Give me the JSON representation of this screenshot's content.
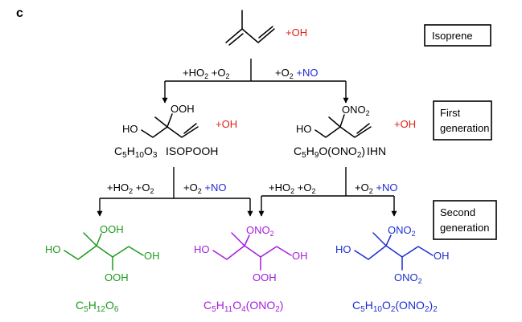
{
  "panel_label": "c",
  "colors": {
    "black": "#000000",
    "oh_red": "#e0201b",
    "no_blue": "#1f2ad8",
    "green": "#1e9a1e",
    "purple": "#a31de0",
    "blue": "#1c2fd0"
  },
  "reagents": {
    "oh": "+OH",
    "ho2_o2": [
      "+HO",
      "2",
      " +O",
      "2"
    ],
    "o2_no": [
      "+O",
      "2",
      " ",
      "+NO"
    ]
  },
  "generation_boxes": {
    "isoprene": "Isoprene",
    "first": [
      "First",
      "generation"
    ],
    "second": [
      "Second",
      "generation"
    ]
  },
  "molecules": {
    "isopooh": {
      "groups": {
        "ooh": "OOH",
        "ho": "HO"
      },
      "formula": [
        "C",
        "5",
        "H",
        "10",
        "O",
        "3"
      ],
      "name": "ISOPOOH"
    },
    "ihn": {
      "groups": {
        "ono2": [
          "ONO",
          "2"
        ],
        "ho": "HO"
      },
      "formula": [
        "C",
        "5",
        "H",
        "9",
        "O(ONO",
        "2",
        ")"
      ],
      "name": "IHN"
    },
    "green_product": {
      "groups": {
        "ooh_top": "OOH",
        "ho": "HO",
        "oh": "OH",
        "ooh_bottom": "OOH"
      },
      "formula": [
        "C",
        "5",
        "H",
        "12",
        "O",
        "6"
      ]
    },
    "purple_product": {
      "groups": {
        "ono2": [
          "ONO",
          "2"
        ],
        "ho": "HO",
        "oh": "OH",
        "ooh": "OOH"
      },
      "formula": [
        "C",
        "5",
        "H",
        "11",
        "O",
        "4",
        "(ONO",
        "2",
        ")"
      ]
    },
    "blue_product": {
      "groups": {
        "ono2_top": [
          "ONO",
          "2"
        ],
        "ho": "HO",
        "oh": "OH",
        "ono2_bottom": [
          "ONO",
          "2"
        ]
      },
      "formula": [
        "C",
        "5",
        "H",
        "10",
        "O",
        "2",
        "(ONO",
        "2",
        ")",
        "2"
      ]
    }
  }
}
